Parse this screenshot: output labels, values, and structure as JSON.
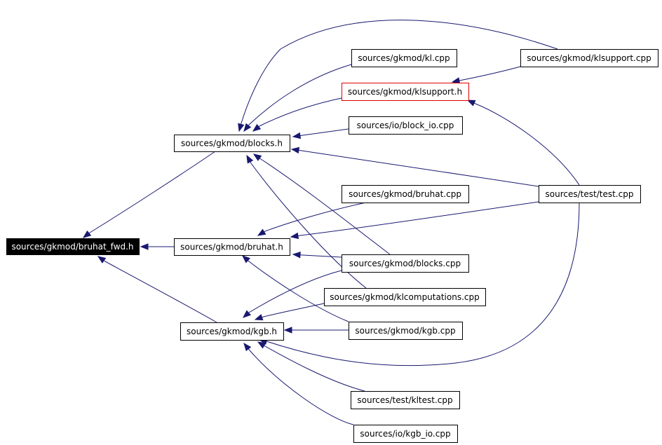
{
  "nodes": [
    {
      "id": "bruhat_fwd_h",
      "label": "sources/gkmod/bruhat_fwd.h",
      "style": "root"
    },
    {
      "id": "blocks_h",
      "label": "sources/gkmod/blocks.h",
      "style": "normal"
    },
    {
      "id": "bruhat_h",
      "label": "sources/gkmod/bruhat.h",
      "style": "normal"
    },
    {
      "id": "kgb_h",
      "label": "sources/gkmod/kgb.h",
      "style": "normal"
    },
    {
      "id": "kl_cpp",
      "label": "sources/gkmod/kl.cpp",
      "style": "normal"
    },
    {
      "id": "klsupport_h",
      "label": "sources/gkmod/klsupport.h",
      "style": "highlight"
    },
    {
      "id": "block_io_cpp",
      "label": "sources/io/block_io.cpp",
      "style": "normal"
    },
    {
      "id": "bruhat_cpp",
      "label": "sources/gkmod/bruhat.cpp",
      "style": "normal"
    },
    {
      "id": "blocks_cpp",
      "label": "sources/gkmod/blocks.cpp",
      "style": "normal"
    },
    {
      "id": "klcomputations_cpp",
      "label": "sources/gkmod/klcomputations.cpp",
      "style": "normal"
    },
    {
      "id": "kgb_cpp",
      "label": "sources/gkmod/kgb.cpp",
      "style": "normal"
    },
    {
      "id": "kltest_cpp",
      "label": "sources/test/kltest.cpp",
      "style": "normal"
    },
    {
      "id": "kgb_io_cpp",
      "label": "sources/io/kgb_io.cpp",
      "style": "normal"
    },
    {
      "id": "klsupport_cpp",
      "label": "sources/gkmod/klsupport.cpp",
      "style": "normal"
    },
    {
      "id": "test_cpp",
      "label": "sources/test/test.cpp",
      "style": "normal"
    }
  ],
  "edges": [
    {
      "from": "blocks_h",
      "to": "bruhat_fwd_h"
    },
    {
      "from": "bruhat_h",
      "to": "bruhat_fwd_h"
    },
    {
      "from": "kgb_h",
      "to": "bruhat_fwd_h"
    },
    {
      "from": "kl_cpp",
      "to": "blocks_h"
    },
    {
      "from": "klsupport_h",
      "to": "blocks_h"
    },
    {
      "from": "block_io_cpp",
      "to": "blocks_h"
    },
    {
      "from": "klsupport_cpp",
      "to": "blocks_h"
    },
    {
      "from": "test_cpp",
      "to": "blocks_h"
    },
    {
      "from": "blocks_cpp",
      "to": "blocks_h"
    },
    {
      "from": "klcomputations_cpp",
      "to": "blocks_h"
    },
    {
      "from": "klsupport_cpp",
      "to": "klsupport_h"
    },
    {
      "from": "test_cpp",
      "to": "klsupport_h"
    },
    {
      "from": "bruhat_cpp",
      "to": "bruhat_h"
    },
    {
      "from": "test_cpp",
      "to": "bruhat_h"
    },
    {
      "from": "blocks_cpp",
      "to": "bruhat_h"
    },
    {
      "from": "kgb_cpp",
      "to": "bruhat_h"
    },
    {
      "from": "blocks_cpp",
      "to": "kgb_h"
    },
    {
      "from": "klcomputations_cpp",
      "to": "kgb_h"
    },
    {
      "from": "kgb_cpp",
      "to": "kgb_h"
    },
    {
      "from": "test_cpp",
      "to": "kgb_h"
    },
    {
      "from": "kltest_cpp",
      "to": "kgb_h"
    },
    {
      "from": "kgb_io_cpp",
      "to": "kgb_h"
    }
  ],
  "colors": {
    "edge": "#191970",
    "highlight_border": "#e00000",
    "root_fill": "#000000",
    "root_text": "#ffffff"
  }
}
